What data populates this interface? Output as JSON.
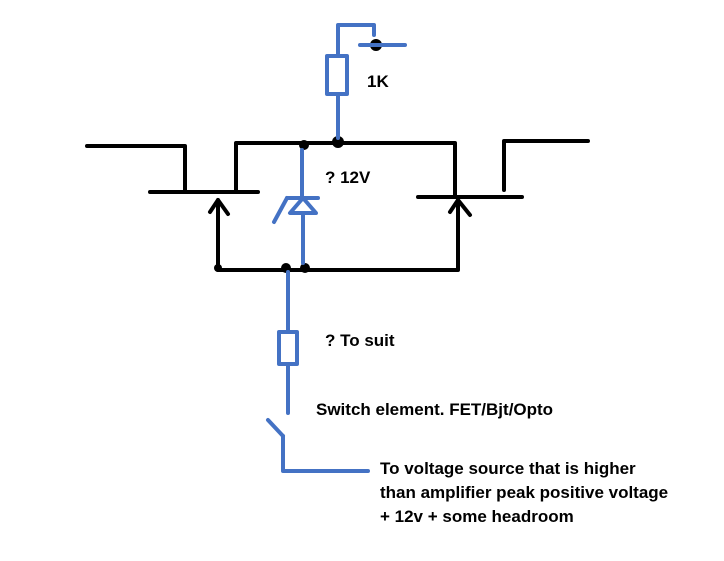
{
  "labels": {
    "resistor_top": "1K",
    "zener": "? 12V",
    "resistor_bottom": "? To suit",
    "switch": "Switch element. FET/Bjt/Opto",
    "source_line1": "To voltage source that is higher",
    "source_line2": "than amplifier peak positive voltage",
    "source_line3": "+ 12v + some headroom"
  },
  "colors": {
    "black_wire": "#000000",
    "blue_wire": "#4472c4",
    "background": "#ffffff"
  }
}
